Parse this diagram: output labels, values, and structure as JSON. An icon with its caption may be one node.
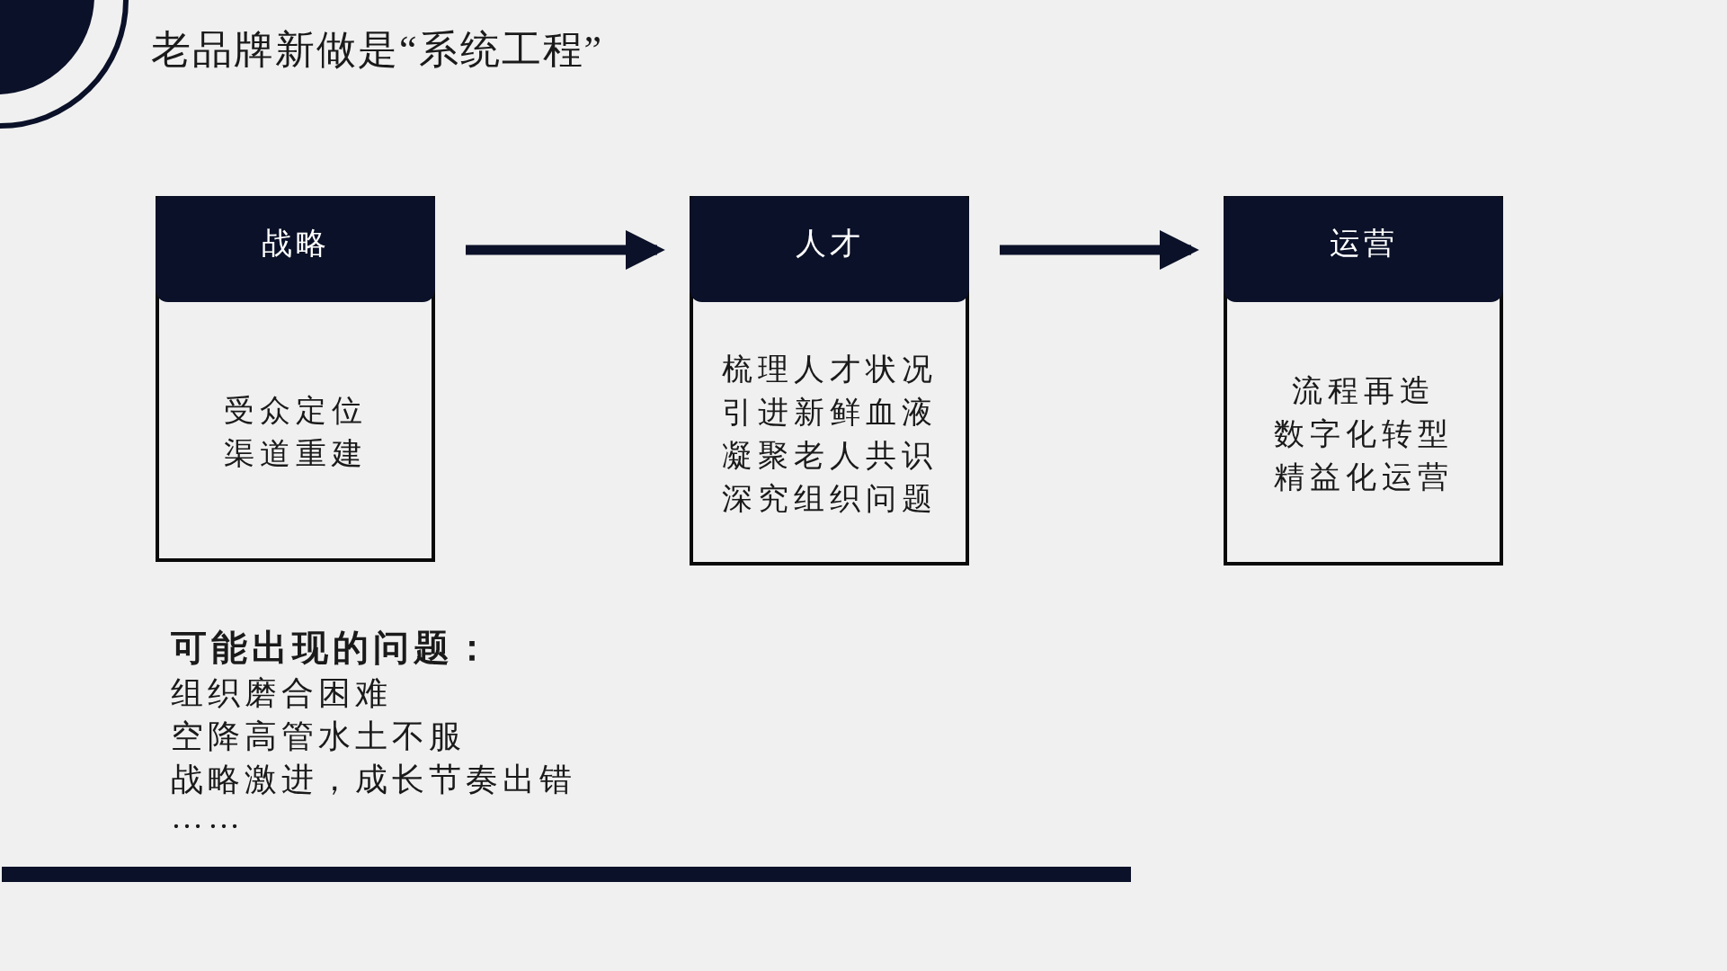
{
  "diagram": {
    "title": "老品牌新做是“系统工程”",
    "nodes": [
      {
        "text": [
          "战略",
          "受众定位",
          "渠道重建"
        ]
      },
      {
        "text": [
          "人才",
          "梳理人才状况",
          "引进新鲜血液",
          "凝聚老人共识",
          "深究组织问题"
        ]
      },
      {
        "text": [
          "运营",
          "流程再造",
          "数字化转型",
          "精益化运营"
        ]
      }
    ],
    "edges": [
      {
        "from": 0,
        "to": 1,
        "arrow": "to"
      },
      {
        "from": 1,
        "to": 2,
        "arrow": "to"
      }
    ],
    "labels": [
      "可能出现的问题：",
      "组织磨合困难",
      "空降高管水土不服",
      "战略激进，成长节奏出错",
      "……"
    ]
  }
}
